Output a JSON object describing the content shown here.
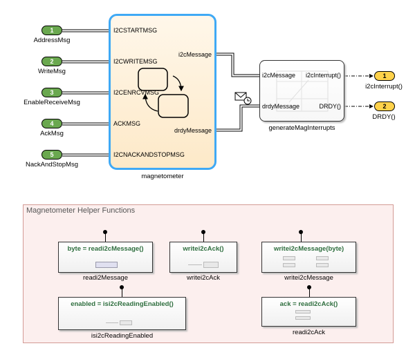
{
  "inports": [
    {
      "num": "1",
      "name": "AddressMsg"
    },
    {
      "num": "2",
      "name": "WriteMsg"
    },
    {
      "num": "3",
      "name": "EnableReceiveMsg"
    },
    {
      "num": "4",
      "name": "AckMsg"
    },
    {
      "num": "5",
      "name": "NackAndStopMsg"
    }
  ],
  "chart": {
    "name": "magnetometer",
    "inputs": [
      "I2CSTARTMSG",
      "I2CWRITEMSG",
      "I2CENRCVMSG",
      "ACKMSG",
      "I2CNACKANDSTOPMSG"
    ],
    "outputs": [
      "i2cMessage",
      "drdyMessage"
    ]
  },
  "subsystem": {
    "name": "generateMagInterrupts",
    "inputs": [
      "i2cMessage",
      "drdyMessage"
    ],
    "outputs": [
      "i2cInterrupt()",
      "DRDY()"
    ]
  },
  "outports": [
    {
      "num": "1",
      "name": "i2cInterrupt()"
    },
    {
      "num": "2",
      "name": "DRDY()"
    }
  ],
  "helper_area": {
    "title": "Magnetometer Helper Functions",
    "functions": [
      {
        "signature": "byte = readi2cMessage()",
        "name": "readi2Message"
      },
      {
        "signature": "writei2cAck()",
        "name": "writei2cAck"
      },
      {
        "signature": "writei2cMessage(byte)",
        "name": "writei2cMessage"
      },
      {
        "signature": "enabled = isi2cReadingEnabled()",
        "name": "isi2cReadingEnabled"
      },
      {
        "signature": "ack = readi2cAck()",
        "name": "readi2cAck"
      }
    ]
  },
  "colors": {
    "inport": "#6aa84f",
    "outport": "#ffd24a",
    "chart_border": "#3fa9f5",
    "chart_fill": "#fde9c8",
    "area_fill": "#fcefee",
    "area_border": "#d39a94",
    "function_title": "#2e6e3e"
  }
}
